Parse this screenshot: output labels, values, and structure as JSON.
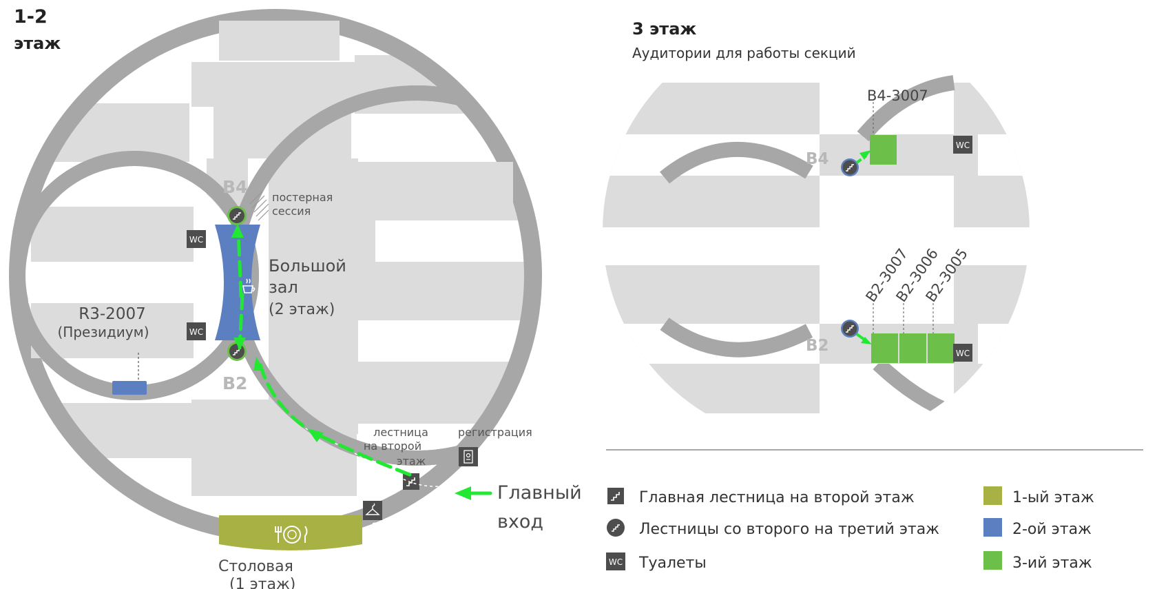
{
  "floors_1_2": {
    "title_line1": "1-2",
    "title_line2": "этаж",
    "wing_b4": "B4",
    "wing_b2": "B2",
    "poster_line1": "постерная",
    "poster_line2": "сессия",
    "hall_line1": "Большой",
    "hall_line2": "зал",
    "hall_line3": "(2 этаж)",
    "presidium_line1": "R3-2007",
    "presidium_line2": "(Президиум)",
    "stair_line1": "лестница",
    "stair_line2": "на второй",
    "stair_line3": "этаж",
    "registration": "регистрация",
    "entrance_line1": "Главный",
    "entrance_line2": "вход",
    "canteen_line1": "Столовая",
    "canteen_line2": "(1 этаж)",
    "wc": "WC"
  },
  "floor_3": {
    "title": "3 этаж",
    "subtitle": "Аудитории для работы секций",
    "wing_b4": "B4",
    "wing_b2": "B2",
    "room_b4": "B4-3007",
    "rooms_b2": [
      "B2-3007",
      "B2-3006",
      "B2-3005"
    ],
    "wc": "WC"
  },
  "legend": {
    "main_stair": "Главная лестница на второй этаж",
    "stairs_2_3": "Лестницы со второго на третий этаж",
    "toilets": "Туалеты",
    "wc": "WC",
    "floor1": "1-ый этаж",
    "floor2": "2-ой этаж",
    "floor3": "3-ий этаж"
  },
  "colors": {
    "ring": "#a7a7a7",
    "block": "#dcdcdc",
    "floor1": "#a8b144",
    "floor2": "#5b7fc0",
    "floor3": "#6cc04a",
    "route": "#22e834",
    "icon_dark": "#4d4d4d"
  }
}
